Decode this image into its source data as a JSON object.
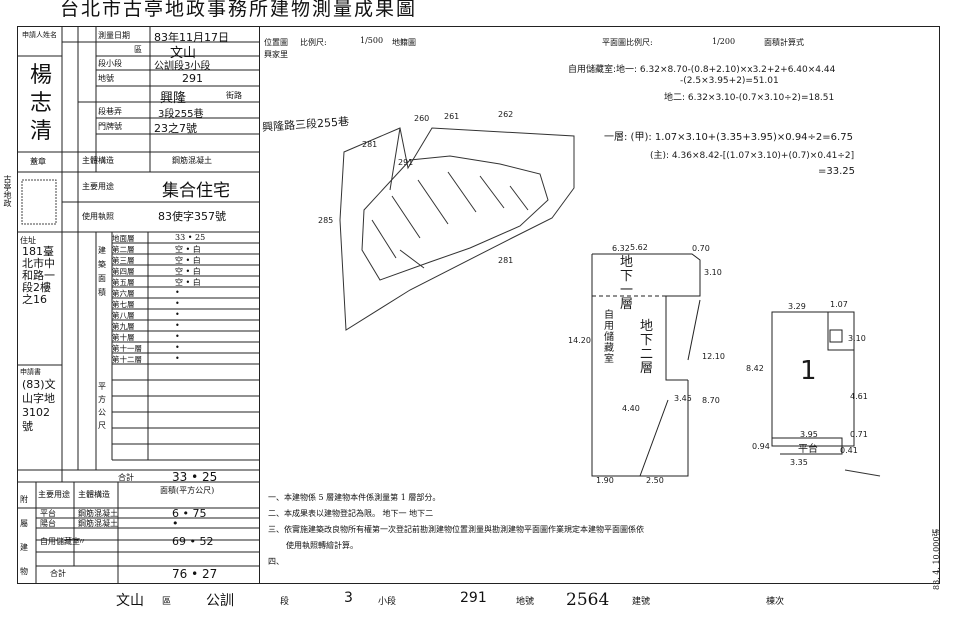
{
  "title": "台北市古亭地政事務所建物測量成果圖",
  "form": {
    "applicant_label": "申請人姓名",
    "applicant_name": "楊志清",
    "seal_label": "蓋章",
    "address_label": "住址",
    "address_value": "181臺北市中和路一段2樓之16",
    "measure_date_label": "測量日期",
    "measure_date": "83年11月17日",
    "district_label": "區",
    "district": "文山",
    "section_label": "段小段",
    "section": "公訓段3小段",
    "lot_label": "地號",
    "lot": "291",
    "road_label": "街路",
    "road": "興隆",
    "lane_label": "段巷弄",
    "lane": "3段255巷",
    "house_no_label": "門牌號",
    "house_no": "23之7號",
    "structure_label": "主體構造",
    "structure": "鋼筋混凝土",
    "usage_label": "主要用途",
    "usage": "集合住宅",
    "license_label": "使用執照",
    "license": "83使字357號",
    "floors": [
      {
        "name": "地面層",
        "value": "33 • 25"
      },
      {
        "name": "第二層",
        "value": "空 • 白"
      },
      {
        "name": "第三層",
        "value": "空 • 白"
      },
      {
        "name": "第四層",
        "value": "空 • 白"
      },
      {
        "name": "第五層",
        "value": "空 • 白"
      },
      {
        "name": "第六層",
        "value": "•"
      },
      {
        "name": "第七層",
        "value": "•"
      },
      {
        "name": "第八層",
        "value": "•"
      },
      {
        "name": "第九層",
        "value": "•"
      },
      {
        "name": "第十層",
        "value": "•"
      },
      {
        "name": "第十一層",
        "value": "•"
      },
      {
        "name": "第十二層",
        "value": "•"
      }
    ],
    "floor_group_label": "建築面積",
    "unit_label": "平方公尺",
    "applicant_section_label": "申請書",
    "applicant_doc": "(83)文山字地3102號",
    "total_label": "合計",
    "total_value": "33 • 25",
    "annex_head": {
      "col1": "主要用途",
      "col2": "主體構造",
      "col3": "面積(平方公尺)"
    },
    "annex_rows": [
      {
        "use": "平台",
        "structure": "鋼筋混凝土",
        "area": "6 • 75"
      },
      {
        "use": "陽台",
        "structure": "鋼筋混凝土",
        "area": "•"
      },
      {
        "use": "自用儲藏室",
        "structure": "〃",
        "area": "69 • 52"
      }
    ],
    "annex_label": "附屬建物",
    "annex_total_label": "合計",
    "annex_total": "76 • 27"
  },
  "location_map": {
    "label": "位置圖",
    "scale_label": "比例尺:",
    "scale": "1/500",
    "map_name": "地籍圖",
    "village": "興家里",
    "road_text": "興隆路三段255巷",
    "lots": [
      "260",
      "261",
      "262",
      "281",
      "291",
      "285",
      "281"
    ]
  },
  "floor_plan": {
    "label": "平面圖比例尺:",
    "scale": "1/200",
    "calc_label": "面積計算式",
    "calc": [
      "自用儲藏室:地一: 6.32×8.70-(0.8+2.10)×x3.2+2+6.40×4.44",
      "-(2.5×3.95+2)=51.01",
      "地二: 6.32×3.10-(0.7×3.10÷2)=18.51",
      "一層: (甲): 1.07×3.10+(3.35+3.95)×0.94÷2=6.75",
      "(主): 4.36×8.42-[(1.07×3.10)+(0.7)×0.41÷2]",
      "=33.25"
    ],
    "basement_label": "地下一層",
    "basement_label2": "地下二層",
    "storage_label": "自用儲藏室",
    "platform_label": "平台",
    "floor1_label": "1",
    "dims": [
      "5.62",
      "0.70",
      "3.10",
      "14.20",
      "12.10",
      "3.45",
      "4.40",
      "1.90",
      "2.50",
      "3.29",
      "1.07",
      "3.10",
      "8.42",
      "4.61",
      "0.71",
      "3.95",
      "3.35",
      "0.94",
      "0.41",
      "8.70",
      "6.32"
    ]
  },
  "notes": [
    "一、本建物係 5 層建物本件係測量第 1 層部分。",
    "二、本成果表以建物登記為限。 地下一 地下二",
    "三、依實施建築改良物所有權第一次登記前勘測建物位置測量與勘測建物平面圖作業規定本建物平面圖係依",
    "使用執照轉繪計算。",
    "四、"
  ],
  "footer": {
    "district": "文山",
    "district_label": "區",
    "section": "公訓",
    "section_label": "段",
    "subsection": "3",
    "subsection_label": "小段",
    "lot": "291",
    "lot_label": "地號",
    "building_no": "2564",
    "building_label": "建號",
    "serial_label": "棟次"
  },
  "side_stamp": "83. 4. 10,000張",
  "left_margin_note": "古亭地政"
}
